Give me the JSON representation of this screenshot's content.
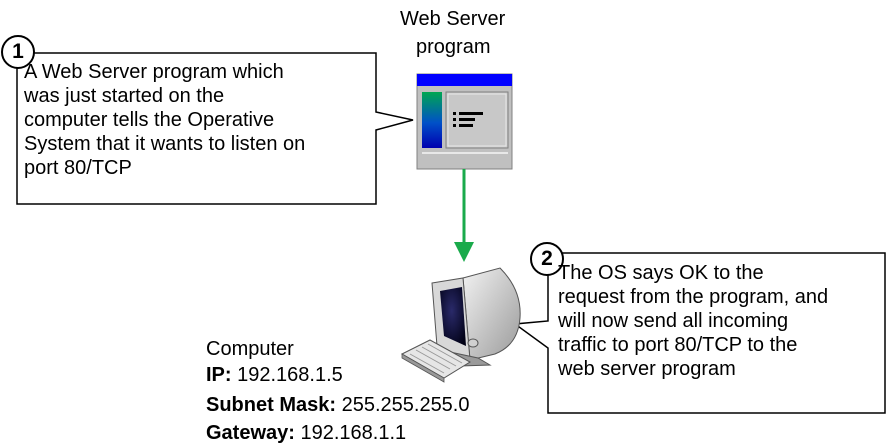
{
  "program_label": [
    "Web Server",
    "program"
  ],
  "callout1": {
    "number": "1",
    "text": " A Web Server program which\nwas just started on the\ncomputer tells the Operative\nSystem that it wants to listen on\nport 80/TCP"
  },
  "callout2": {
    "number": "2",
    "text": " The OS says OK to the\nrequest from the program, and\nwill now send all incoming\ntraffic to port 80/TCP to the\nweb server program"
  },
  "computer": {
    "title": "Computer",
    "ip_label": "IP:",
    "ip_value": " 192.168.1.5",
    "mask_label": "Subnet Mask:",
    "mask_value": " 255.255.255.0",
    "gateway_label": "Gateway:",
    "gateway_value": " 192.168.1.1"
  },
  "colors": {
    "arrow": "#1aaa4b",
    "window_title_bar": "#0000ff",
    "window_body": "#c0c0c0"
  },
  "icons": [
    "program-window-icon",
    "computer-monitor-icon",
    "keyboard-icon",
    "mouse-icon"
  ]
}
